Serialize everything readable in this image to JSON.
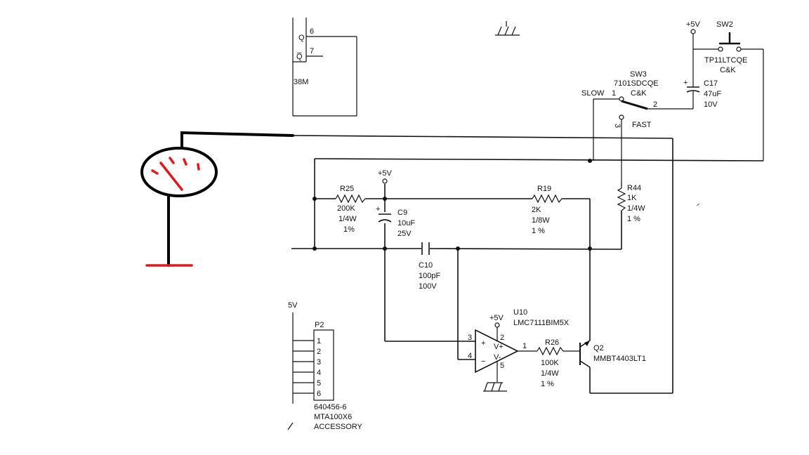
{
  "labels": {
    "q": "Q",
    "q_pin": "6",
    "qbar": "Q̅",
    "qbar_pin": "7",
    "part38m": "38M",
    "p5v_top": "+5V",
    "sw2": "SW2",
    "sw2_part": "TP11LTCQE",
    "sw2_mfr": "C&K",
    "sw3": "SW3",
    "sw3_part": "7101SDCQE",
    "sw3_mfr": "C&K",
    "slow": "SLOW",
    "pin1": "1",
    "pin2": "2",
    "pin3": "3",
    "fast": "FAST",
    "c17": "C17",
    "c17_val": "47uF",
    "c17_v": "10V",
    "p5v_mid": "+5V",
    "r25": "R25",
    "r25_val": "200K",
    "r25_w": "1/4W",
    "r25_tol": "1%",
    "c9": "C9",
    "c9_val": "10uF",
    "c9_v": "25V",
    "r19": "R19",
    "r19_val": "2K",
    "r19_w": "1/8W",
    "r19_tol": "1 %",
    "r44": "R44",
    "r44_val": "1K",
    "r44_w": "1/4W",
    "r44_tol": "1 %",
    "c10": "C10",
    "c10_val": "100pF",
    "c10_v": "100V",
    "p5v_u10": "+5V",
    "u10": "U10",
    "u10_part": "LMC7111BIM5X",
    "pin3_op": "3",
    "pin4_op": "4",
    "pin2_op": "2",
    "pin1_op": "1",
    "pin5_op": "5",
    "plus": "+",
    "minus": "−",
    "vplus": "V+",
    "vminus": "V-",
    "r26": "R26",
    "r26_val": "100K",
    "r26_w": "1/4W",
    "r26_tol": "1 %",
    "q2": "Q2",
    "q2_part": "MMBT4403LT1",
    "p5v_left": "5V",
    "p2": "P2",
    "p2_pins": [
      "1",
      "2",
      "3",
      "4",
      "5",
      "6"
    ],
    "p2_part": "640456-6",
    "p2_part2": "MTA100X6",
    "p2_part3": "ACCESSORY",
    "cap_plus": "+"
  }
}
